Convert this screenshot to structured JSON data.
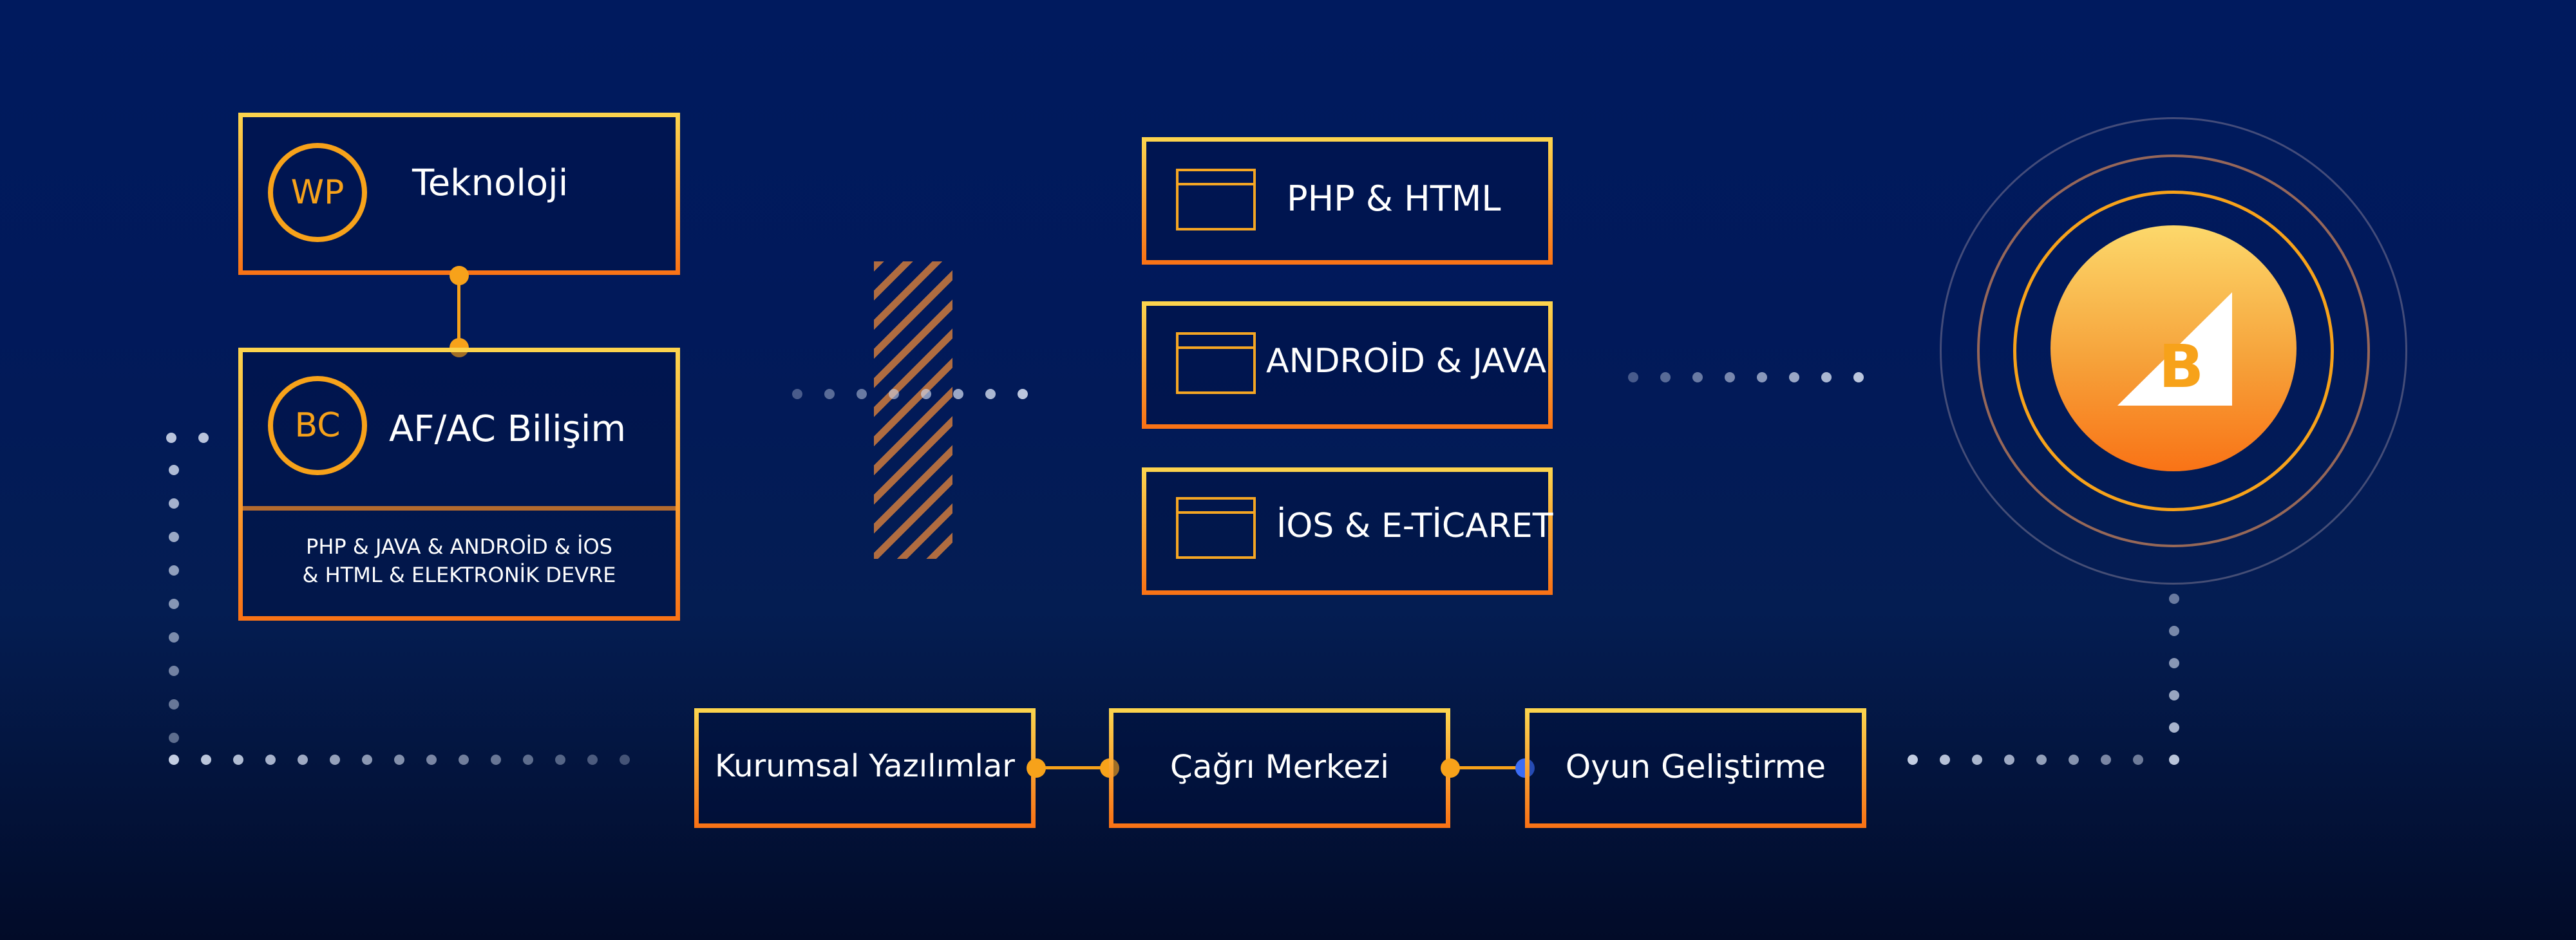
{
  "wp_card": {
    "badge": "WP",
    "title": "Teknoloji"
  },
  "bc_card": {
    "badge": "BC",
    "title": "AF/AC Bilişim",
    "desc_line1": "PHP & JAVA & ANDROİD & İOS",
    "desc_line2": "& HTML & ELEKTRONİK DEVRE"
  },
  "services": [
    {
      "label": "PHP & HTML",
      "icon": "window-icon"
    },
    {
      "label": "ANDROİD & JAVA",
      "icon": "window-icon"
    },
    {
      "label": "İOS & E-TİCARET",
      "icon": "window-icon"
    }
  ],
  "bottom_row": [
    "Kurumsal Yazılımlar",
    "Çağrı Merkezi",
    "Oyun Geliştirme"
  ],
  "brand_logo": {
    "icon": "bigcommerce-b-logo",
    "letter": "B"
  },
  "colors": {
    "accent": "#f7a21a",
    "accent_end": "#f97316",
    "background": "#001a5e",
    "blue_joint": "#3b6cf5"
  }
}
